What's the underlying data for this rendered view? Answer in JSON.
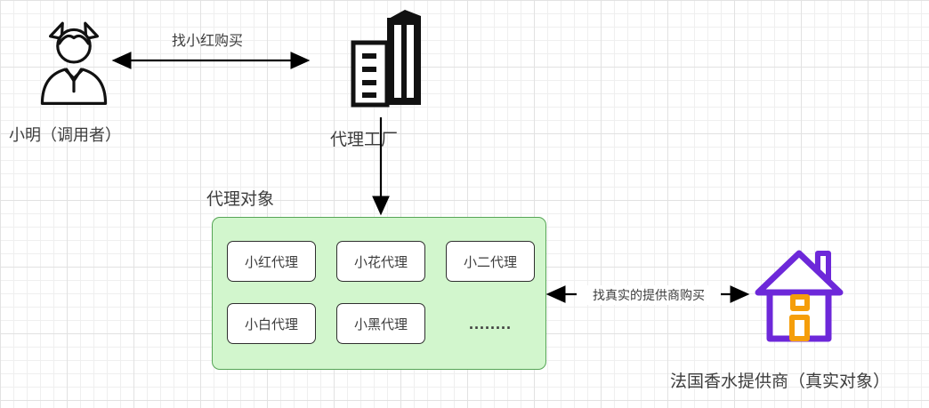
{
  "diagram": {
    "caller": {
      "label": "小明（调用者）"
    },
    "arrow_buy": {
      "label": "找小红购买"
    },
    "factory": {
      "label": "代理工厂"
    },
    "proxy_group": {
      "title": "代理对象",
      "boxes": [
        "小红代理",
        "小花代理",
        "小二代理",
        "小白代理",
        "小黑代理"
      ],
      "dots": "........"
    },
    "arrow_provider": {
      "label": "找真实的提供商购买"
    },
    "provider": {
      "label": "法国香水提供商（真实对象）"
    },
    "colors": {
      "green_fill": "#d2f6cd",
      "green_border": "#56a556",
      "purple": "#6d28d9",
      "orange": "#f59e0b",
      "line": "#000000"
    }
  }
}
